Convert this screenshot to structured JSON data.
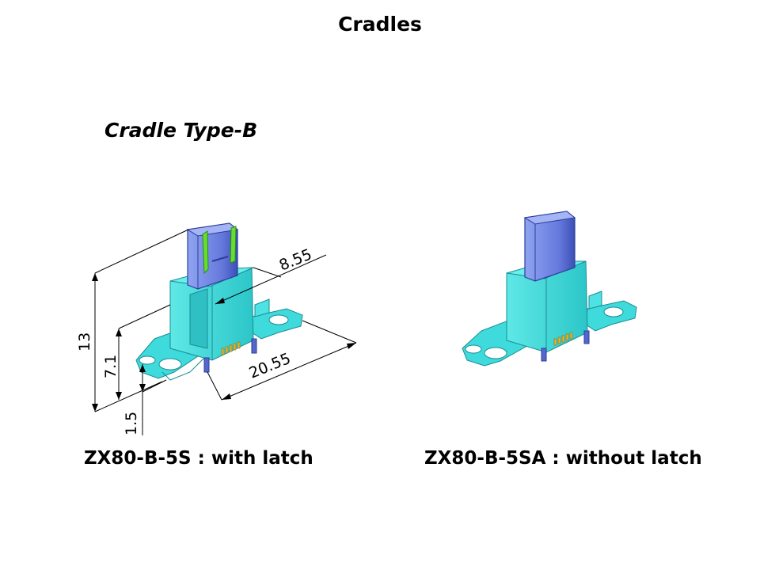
{
  "slide": {
    "title": "Cradles",
    "subtitle": "Cradle Type-B"
  },
  "products": [
    {
      "part_number_caption": "ZX80-B-5S : with latch",
      "latch": true,
      "dimensions": {
        "height_total": "13",
        "height_body": "7.1",
        "pin_length": "1.5",
        "width": "20.55",
        "depth": "8.55"
      }
    },
    {
      "part_number_caption": "ZX80-B-5SA : without latch",
      "latch": false
    }
  ],
  "colors": {
    "body": "#39d6d6",
    "body_dark": "#1fa9b0",
    "plug": "#6f86e0",
    "plug_dark": "#3d52b8",
    "latch": "#66dd33",
    "contacts": "#d8b840"
  }
}
